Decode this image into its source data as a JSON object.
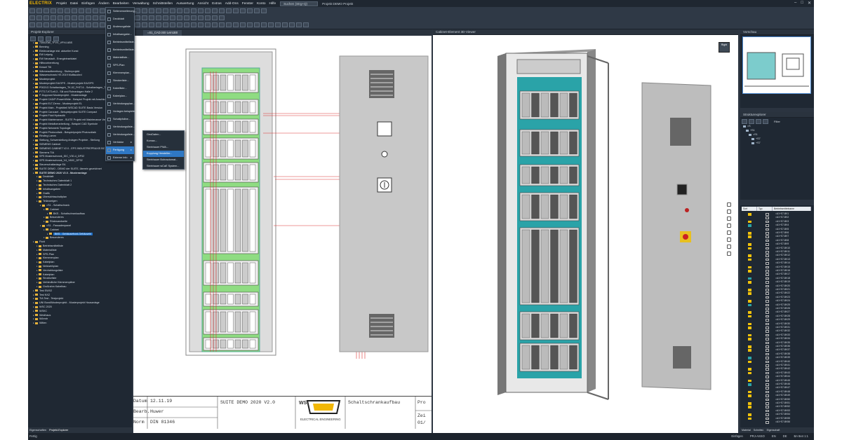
{
  "app": {
    "logo": "ELECTRIX",
    "menu": [
      "Projekt",
      "Datei",
      "Einfügen",
      "Ändern",
      "Bearbeiten",
      "Verwaltung",
      "Schnittstellen",
      "Auswertung",
      "Ansicht",
      "Extras",
      "Add-Ons",
      "Fenster",
      "Konto",
      "Hilfe"
    ],
    "search_placeholder": "Suchen (Strg+Q)",
    "project_title": "Projekt DEMO Projekt"
  },
  "project_explorer": {
    "title": "Projekt-Explorer",
    "tree": [
      {
        "t": "7300Z0W_TFVX_VPX4 ABS",
        "d": 1
      },
      {
        "t": "Benning",
        "d": 1
      },
      {
        "t": "Elektroanlage inkl. aktueller Kunst",
        "d": 1
      },
      {
        "t": "EW Leipzig",
        "d": 1
      },
      {
        "t": "EW Neustadt - Energieinseldatei",
        "d": 1
      },
      {
        "t": "Hilfsvorbereitung",
        "d": 1
      },
      {
        "t": "Kessel Tilt",
        "d": 1
      },
      {
        "t": "Wärmeaufbereitung - Stufenprojekt",
        "d": 1
      },
      {
        "t": "Wasserschrank HS 2019 Multiscobrd",
        "d": 1
      },
      {
        "t": "Musterprojekt",
        "d": 1
      },
      {
        "t": "Musterprojekt EA/OPS - Musterprojekt EA/OPS",
        "d": 1
      },
      {
        "t": "P0021G Schaltanlagen_TK-02_PrST-6 - Schaltanlagen_TK-02",
        "d": 1
      },
      {
        "t": "P7T1T-KT1elf-3 - Sili und Rohranlagen Halle 2",
        "d": 1
      },
      {
        "t": "P-Dupprant Musterprojekt - Musteranlage",
        "d": 1
      },
      {
        "t": "Projekt CAD/P-PowerWhite - Beispiel Projekt mit Anschluss",
        "d": 1
      },
      {
        "t": "Projekt ELT-Demo - Musterprojekt EL",
        "d": 1
      },
      {
        "t": "Projekt Main - Projektteil WSCAD SUITE Basis Version",
        "d": 1
      },
      {
        "t": "Projekt Carousel - Beispielprojekt SUITE Compact",
        "d": 1
      },
      {
        "t": "Projekt Fluid Hydraulik",
        "d": 1
      },
      {
        "t": "Projekt Maintenance - SUITE Projekt mit Maintenance Version",
        "d": 1
      },
      {
        "t": "Projekt Metallverarbeitung - Beispiel CAD Symbole",
        "d": 1
      },
      {
        "t": "Projekt Netzwerk Topologie",
        "d": 1
      },
      {
        "t": "Projekt Photovoltaik - Beispielprojekt Photovoltaik",
        "d": 1
      },
      {
        "t": "Rinding Lamm",
        "d": 1
      },
      {
        "t": "Stellung_Schwerstellung Anlagen Projekte - Stellung",
        "d": 1
      },
      {
        "t": "SIEMENS Cabinet",
        "d": 1
      },
      {
        "t": "SIEMENS CABINET V2.0 - EPS INDUSTRIEPRAXIS BC",
        "d": 1
      },
      {
        "t": "Siemens TIA",
        "d": 1
      },
      {
        "t": "SPS Musterschrank_IDC_V30-4_DP32",
        "d": 1
      },
      {
        "t": "SPS Musterschrank_V4_V60C_DP32",
        "d": 1
      },
      {
        "t": "Steuerschaltanlage EA",
        "d": 1
      },
      {
        "t": "SUITE DEMO - DEMO der SUITE, überein gezeichnet",
        "d": 1
      },
      {
        "t": "SUITE DEMO 2020 V2.0 - Musteranlage",
        "d": 1,
        "bold": true
      },
      {
        "t": "Deckblatt",
        "d": 2
      },
      {
        "t": "Technisches Datenblatt 1",
        "d": 2
      },
      {
        "t": "Technisches Datenblatt 2",
        "d": 2
      },
      {
        "t": "Inhaltsangaben",
        "d": 2
      },
      {
        "t": "Grafik",
        "d": 2
      },
      {
        "t": "Übersichtsschaltplan",
        "d": 2
      },
      {
        "t": "Teilanzeigen",
        "d": 2
      },
      {
        "t": "=S1 - Schaltschrank",
        "d": 3
      },
      {
        "t": "Cabinet",
        "d": 4
      },
      {
        "t": "BKS - Schaltschrankaufbau",
        "d": 5
      },
      {
        "t": "Besonderes",
        "d": 4
      },
      {
        "t": "Rückwandseite",
        "d": 4
      },
      {
        "t": "=S1 - Fassadenpanel",
        "d": 3
      },
      {
        "t": "Cabinet",
        "d": 4
      },
      {
        "t": "BKS - Gehäusefront-Gehäusebl",
        "d": 5,
        "sel": true
      },
      {
        "t": "Besonderes",
        "d": 4
      },
      {
        "t": "Fluid",
        "d": 1
      },
      {
        "t": "Betriebsmittelliste",
        "d": 2
      },
      {
        "t": "Materialliste",
        "d": 2
      },
      {
        "t": "SPS-Plan",
        "d": 2
      },
      {
        "t": "Klemmenplan",
        "d": 2
      },
      {
        "t": "Kabelplan",
        "d": 2
      },
      {
        "t": "Netzwerkplan",
        "d": 2
      },
      {
        "t": "Verdrahtungsliste",
        "d": 2
      },
      {
        "t": "Kabelplan",
        "d": 2
      },
      {
        "t": "Strukturliste",
        "d": 2
      },
      {
        "t": "Verbindliche Klemmenpläne",
        "d": 2
      },
      {
        "t": "Großrahm Kabelbau",
        "d": 2
      },
      {
        "t": "Test SWX2",
        "d": 1
      },
      {
        "t": "Test NXZ",
        "d": 1
      },
      {
        "t": "TIA Test - Testprojekt",
        "d": 1
      },
      {
        "t": "UNI Bund/Musterprojekt - Musterprojekt Hausanlage",
        "d": 1
      },
      {
        "t": "WSC 2020",
        "d": 1
      },
      {
        "t": "WSKC",
        "d": 1
      },
      {
        "t": "Westhaus",
        "d": 1
      },
      {
        "t": "Wörmtr",
        "d": 1
      },
      {
        "t": "Witten",
        "d": 1
      }
    ],
    "tabs": [
      "Eigenschaften",
      "Projekt-Explorer"
    ]
  },
  "context_menu": {
    "items": [
      "Seitenerweiterung...",
      "Deckblatt",
      "Änderungsliste",
      "Inhaltsangabe...",
      "Betriebsmittelliste...",
      "Betriebsmittelliste...",
      "Materialliste...",
      "SPS-Plan",
      "Klemmenplan...",
      "Steckerliste...",
      "Kabelliste...",
      "Kabelplan...",
      "Verbindungsplan...",
      "Vorlagen beispiele...",
      "Schaltpfoline...",
      "Verbindungsliste...",
      "Verbindungsliste...",
      "Verbiatur",
      "Fertigung",
      "Externe Info"
    ],
    "highlight_index": 18,
    "has_sub": [
      17,
      18,
      19
    ]
  },
  "submenu": {
    "items": [
      "GeoDaten...",
      "Komax...",
      "Steinhauer PWA...",
      "Kopplung Hersteller...",
      "Steinhauer Bohrautomat...",
      "Steinhauer wCaE System..."
    ],
    "highlight_index": 3
  },
  "doc2d": {
    "tab": "=S1_CAD.SEI Lein1B0"
  },
  "title_block": {
    "date": "12.11.19",
    "label_date": "Datum",
    "label_bearb": "Bearb.",
    "bearb": "Huwer",
    "label_norm": "Norm",
    "norm": "DIN 81346",
    "project": "SUITE DEMO 2020 V2.0",
    "sheet_title": "Schaltschrankaufbau",
    "brand_top": "WS",
    "brand_bottom": "ELECTRICAL ENGINEERING",
    "pro_label": "Pro",
    "zei_label": "Zei",
    "zei_value": "01/"
  },
  "view3d": {
    "title": "Cabinet-Element 3D-Viewer",
    "viewcube_label": "Right"
  },
  "overview": {
    "title": "Vorschau"
  },
  "struct": {
    "title": "Strukturexplorer",
    "filter": "Filter",
    "nodes": [
      "=S",
      "+S1",
      "=S1",
      "+S7",
      "+S7"
    ]
  },
  "props": {
    "headers": [
      "Sort",
      "Typ",
      "Betriebsmittelname"
    ],
    "rows": [
      "=A1+S7-BK1",
      "=A1+S7-BK2",
      "=A1+S7-BK3",
      "=A1+S7-BK4",
      "=A1+S7-BK5",
      "=A1+S7-BK6",
      "=A1+S7-BK7",
      "=A1+S7-BK8",
      "=A1+S7-BK9",
      "=A1+S7-BK10",
      "=A1+S7-BK11",
      "=A1+S7-BK12",
      "=A1+S7-BK13",
      "=A1+S7-BK14",
      "=A1+S7-BK15",
      "=A1+S7-BK16",
      "=A1+S7-BK17",
      "=A1+S7-BK18",
      "=A1+S7-BK19",
      "=A1+S7-BK20",
      "=A1+S7-BK21",
      "=A1+S7-BK22",
      "=A1+S7-BK23",
      "=A1+S7-BK24",
      "=A1+S7-BK25",
      "=A1+S7-BK26",
      "=A1+S7-BK27",
      "=A1+S7-BK28",
      "=A1+S7-BK29",
      "=A1+S7-BK30",
      "=A1+S7-BK31",
      "=A1+S7-BK32",
      "=A1+S7-BK33",
      "=A1+S7-BK34",
      "=A1+S7-BK35",
      "=A1+S7-BK36",
      "=A1+S7-BK37",
      "=A1+S7-BK38",
      "=A1+S7-BK39",
      "=A1+S7-BK40",
      "=A1+S7-BK41",
      "=A1+S7-BK42",
      "=A1+S7-BK43",
      "=A1+S7-BK44",
      "=A1+S7-BK45",
      "=A1+S7-BK46",
      "=A1+S7-BK47",
      "=A1+S7-BK48",
      "=A1+S7-BK49",
      "=A1+S7-BK50",
      "=A1+S7-BK51",
      "=A1+S7-BK52",
      "=A1+S7-BK53",
      "=A1+S7-BK54",
      "=A1+S7-BK55",
      "=A1+S7-BK56"
    ],
    "tabs": [
      "Material",
      "Schnittst.",
      "Eigenschaft"
    ]
  },
  "status": {
    "left": "Fertig",
    "right": [
      "Einfügen",
      "PRJ-ASSO",
      "EN",
      "DE",
      "BA 8e4 1:1"
    ]
  }
}
